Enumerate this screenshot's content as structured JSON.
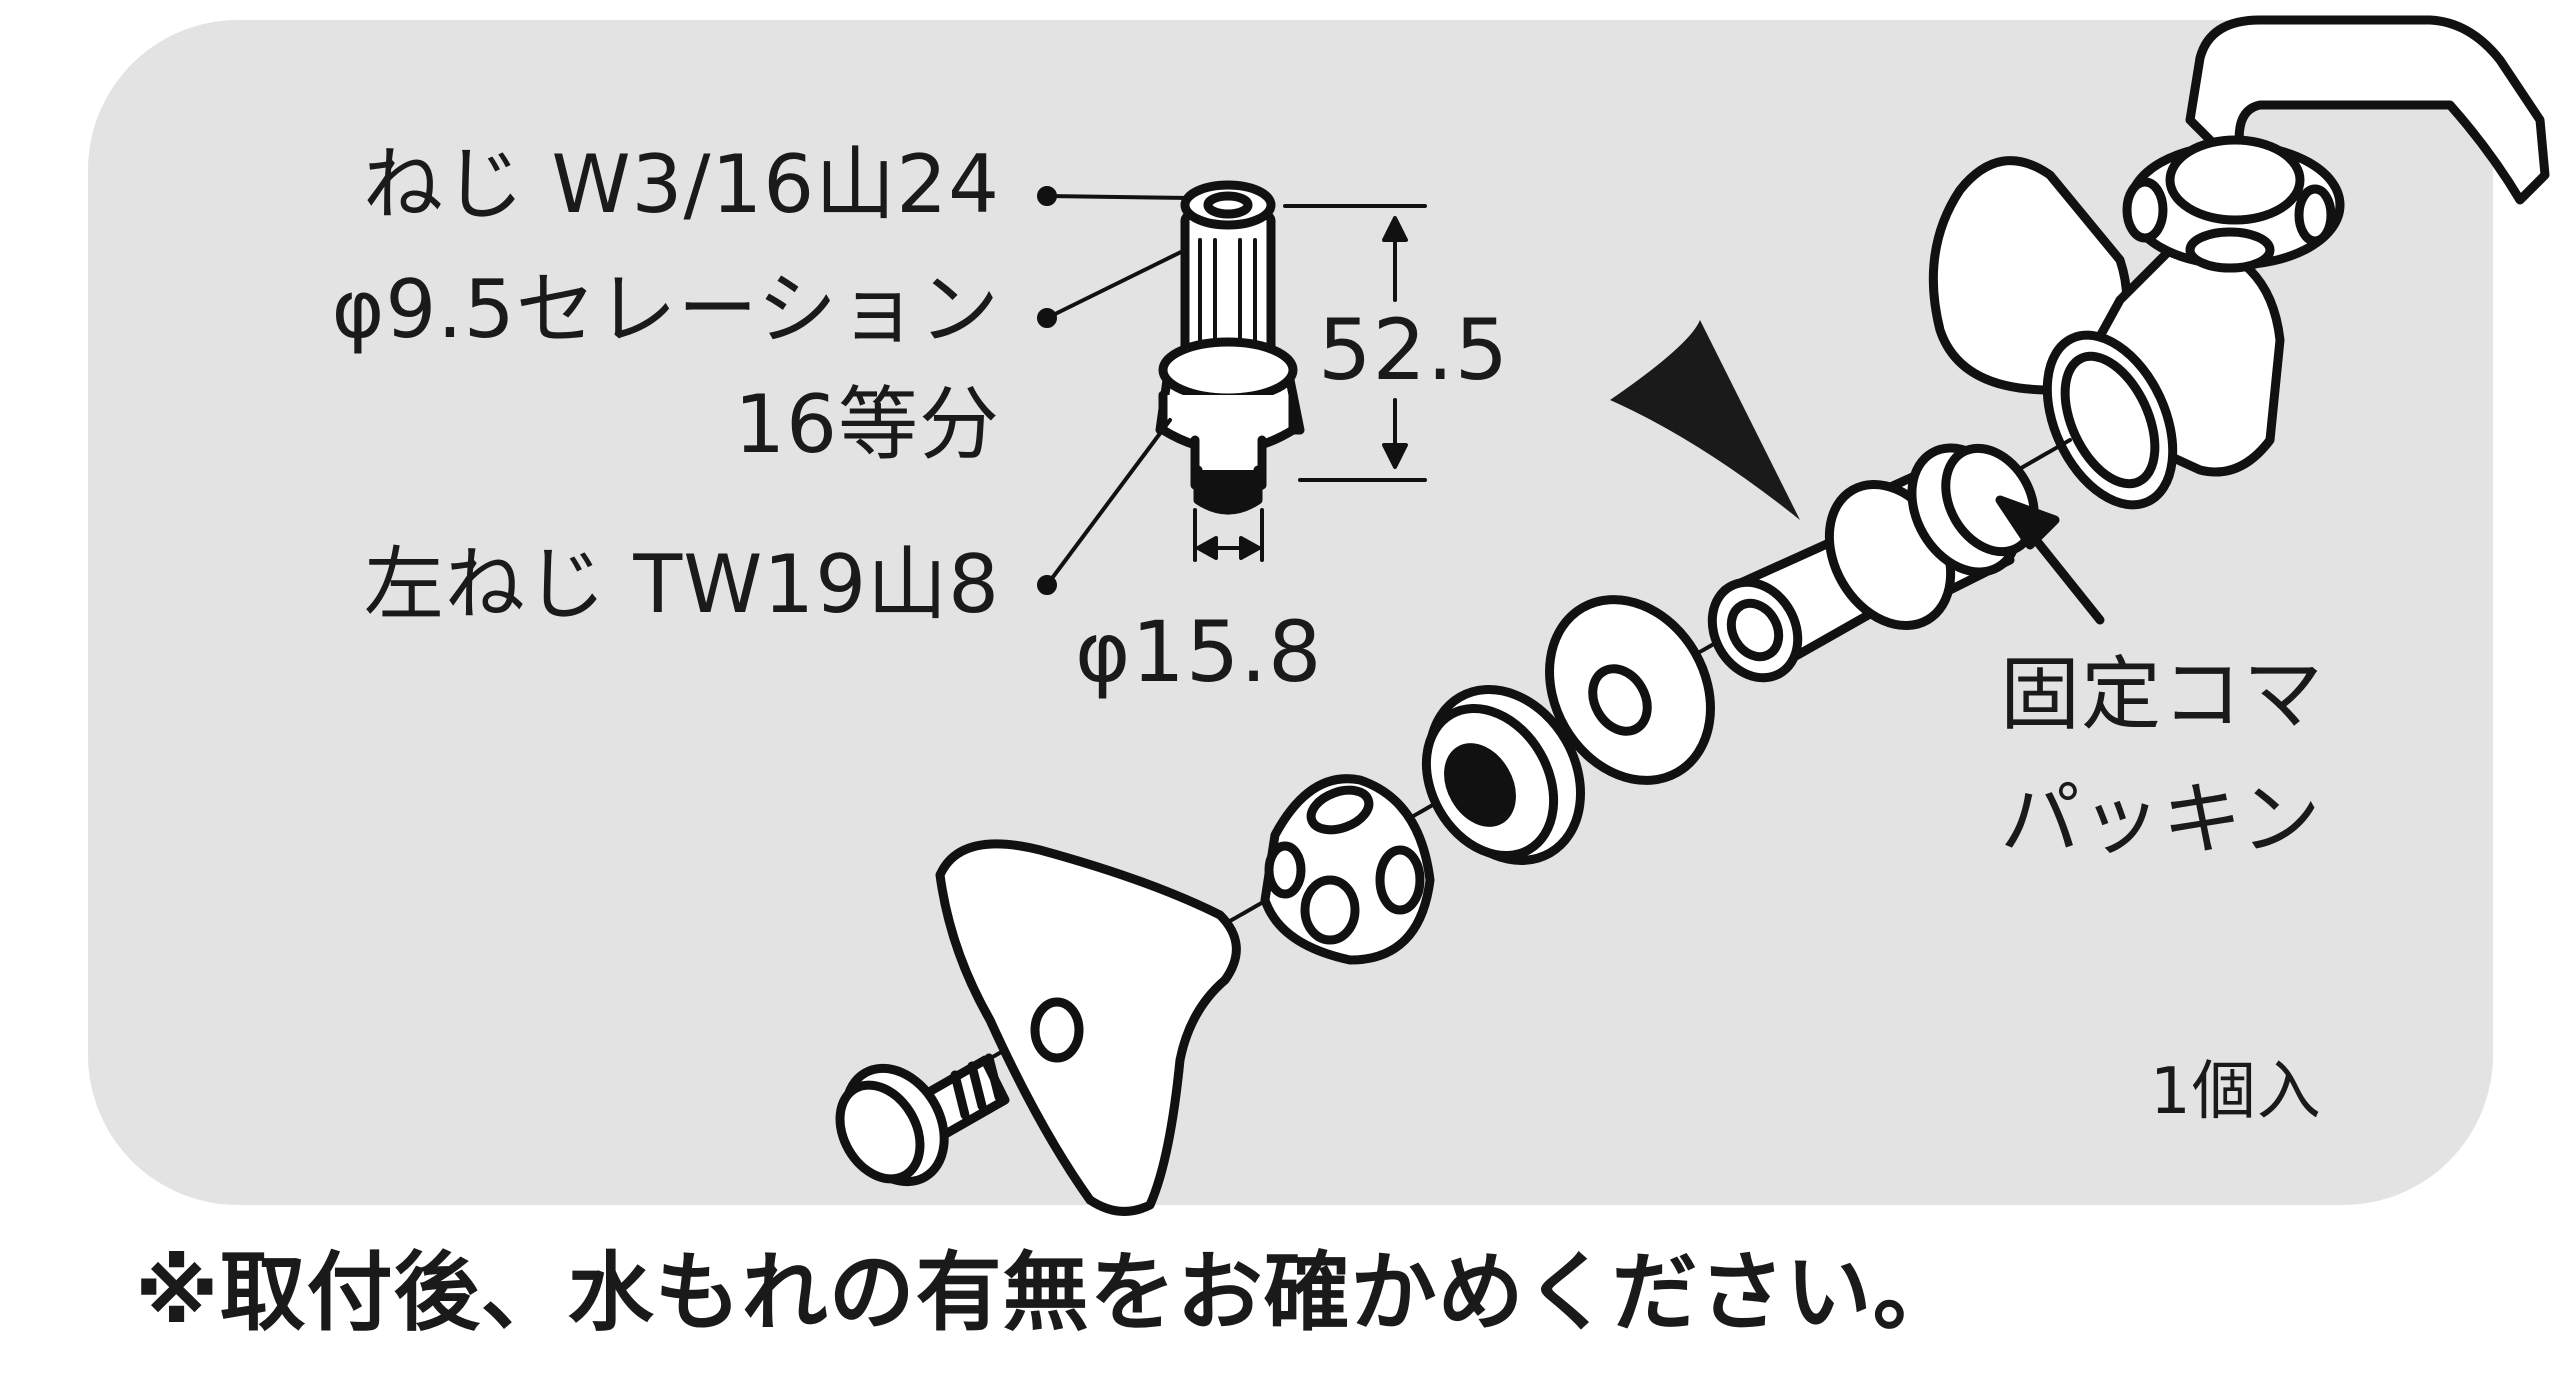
{
  "labels": {
    "screw_thread": "ねじ W3/16山24",
    "serration_1": "φ9.5セレーション",
    "serration_2": "16等分",
    "left_thread": "左ねじ TW19山8",
    "length": "52.5",
    "diameter": "φ15.8",
    "part_name_1": "固定コマ",
    "part_name_2": "パッキン",
    "quantity": "1個入"
  },
  "notice": "※取付後、水もれの有無をお確かめください。",
  "colors": {
    "panel": "#e3e3e4",
    "line": "#111111",
    "part_fill": "#ffffff"
  }
}
